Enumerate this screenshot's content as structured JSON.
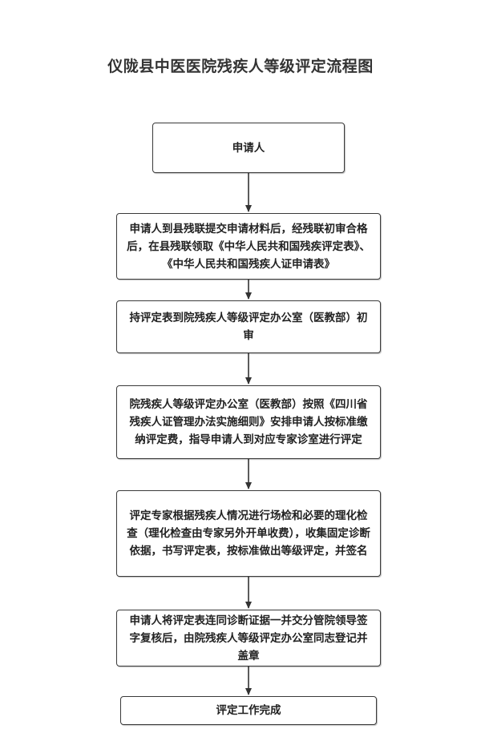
{
  "title": "仪陇县中医医院残疾人等级评定流程图",
  "steps": [
    {
      "text": "申请人"
    },
    {
      "text": "申请人到县残联提交申请材料后，经残联初审合格后，在县残联领取《中华人民共和国残疾评定表》、《中华人民共和国残疾人证申请表》"
    },
    {
      "text": "持评定表到院残疾人等级评定办公室（医教部）初审"
    },
    {
      "text": "院残疾人等级评定办公室（医教部）按照《四川省残疾人证管理办法实施细则》安排申请人按标准缴纳评定费，指导申请人到对应专家诊室进行评定"
    },
    {
      "text": "评定专家根据残疾人情况进行场检和必要的理化检查（理化检查由专家另外开单收费），收集固定诊断依据，书写评定表，按标准做出等级评定，并签名"
    },
    {
      "text": "申请人将评定表连同诊断证据一并交分管院领导签字复核后，由院残疾人等级评定办公室同志登记并盖章"
    },
    {
      "text": "评定工作完成"
    }
  ]
}
